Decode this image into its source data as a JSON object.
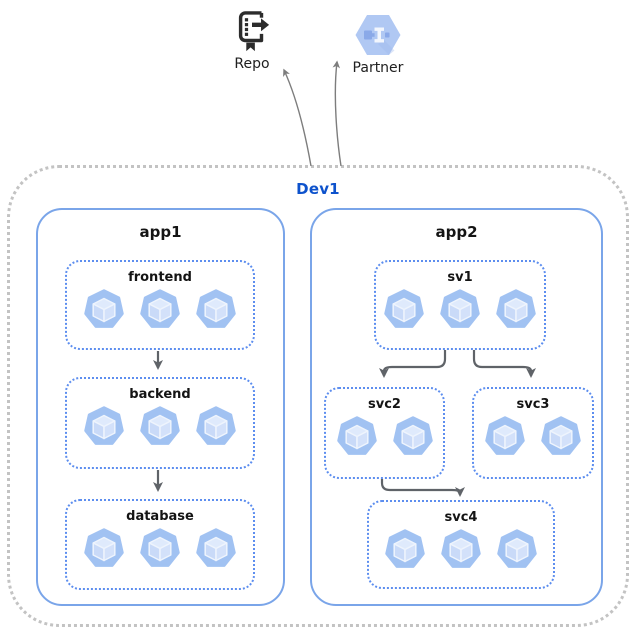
{
  "colors": {
    "dev_label": "#0d52cc",
    "outer_border": "#c3c3c3",
    "app_border": "#7aa5e9",
    "group_border": "#5d8eef",
    "label_text": "#141414",
    "arrow_internal": "#5f6368",
    "arrow_external": "#7d7d7d",
    "pod_body": "#a1c2f2",
    "pod_cube_top": "#dfeafc",
    "pod_cube_left": "#c9daf8",
    "pod_cube_right": "#d3e1fa",
    "pod_cube_edge": "#eef4fd",
    "partner_hex": "#b0c8f3",
    "partner_glyph": "#8aa9e8",
    "repo_icon": "#2c2c2c"
  },
  "external_nodes": {
    "repo": {
      "label": "Repo"
    },
    "partner": {
      "label": "Partner"
    }
  },
  "environment": {
    "label": "Dev1",
    "apps": [
      {
        "label": "app1",
        "groups": [
          {
            "label": "frontend",
            "pods": 3
          },
          {
            "label": "backend",
            "pods": 3
          },
          {
            "label": "database",
            "pods": 3
          }
        ]
      },
      {
        "label": "app2",
        "groups": [
          {
            "label": "sv1",
            "pods": 3
          },
          {
            "label": "svc2",
            "pods": 2
          },
          {
            "label": "svc3",
            "pods": 2
          },
          {
            "label": "svc4",
            "pods": 3
          }
        ]
      }
    ]
  },
  "edges": [
    {
      "from": "frontend",
      "to": "backend"
    },
    {
      "from": "backend",
      "to": "database"
    },
    {
      "from": "sv1",
      "to": "svc2"
    },
    {
      "from": "sv1",
      "to": "svc3"
    },
    {
      "from": "svc2",
      "to": "svc4"
    },
    {
      "from": "Dev1",
      "to": "Repo"
    },
    {
      "from": "Dev1",
      "to": "Partner"
    }
  ]
}
